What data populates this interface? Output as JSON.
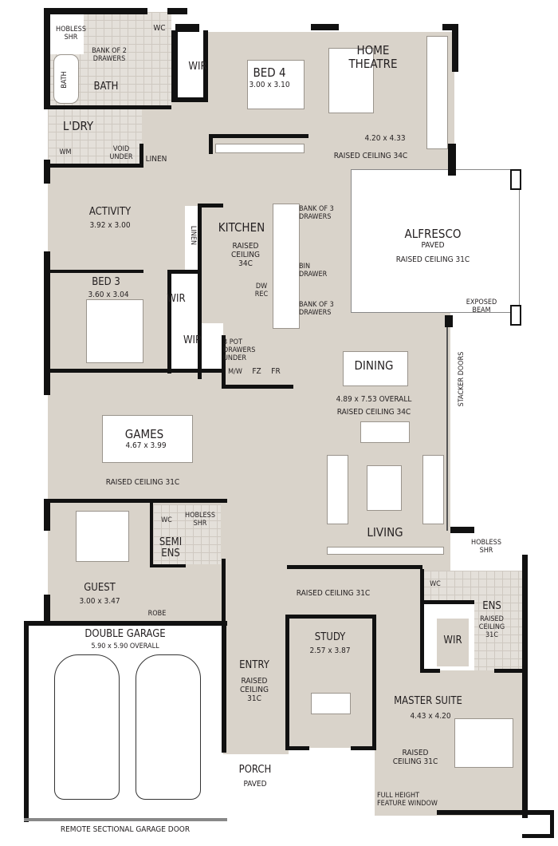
{
  "rooms": {
    "hobless_shr_top": "HOBLESS SHR",
    "bank_of_2_drawers": "BANK OF 2 DRAWERS",
    "wc_top": "WC",
    "bath_tub": "BATH",
    "bath": "BATH",
    "wir_top": "WIR",
    "bed4": {
      "name": "BED 4",
      "size": "3.00 x 3.10"
    },
    "home_theatre": {
      "name": "HOME THEATRE",
      "size": "4.20 x 4.33",
      "ceiling": "RAISED CEILING 34C"
    },
    "laundry": "L'DRY",
    "wm": "WM",
    "void_under": "VOID UNDER",
    "linen_top": "LINEN",
    "activity": {
      "name": "ACTIVITY",
      "size": "3.92 x 3.00"
    },
    "linen_mid": "LINEN",
    "kitchen": {
      "name": "KITCHEN",
      "ceiling": "RAISED CEILING 34C"
    },
    "bank_of_3_drawers_a": "BANK OF 3 DRAWERS",
    "bin_drawer": "BIN DRAWER",
    "dw_rec": "DW REC",
    "bank_of_3_drawers_b": "BANK OF 3 DRAWERS",
    "alfresco": {
      "name": "ALFRESCO",
      "sub": "PAVED",
      "ceiling": "RAISED CEILING 31C"
    },
    "exposed_beam": "EXPOSED BEAM",
    "bed3": {
      "name": "BED 3",
      "size": "3.60 x 3.04"
    },
    "wir_bed3": "WIR",
    "wip": "WIP",
    "pot_drawers": "3 POT DRAWERS UNDER",
    "mw": "M/W",
    "fz": "FZ",
    "fr": "FR",
    "dining": {
      "name": "DINING",
      "size": "4.89 x 7.53 OVERALL",
      "ceiling": "RAISED CEILING 34C"
    },
    "stacker_doors": "STACKER DOORS",
    "games": {
      "name": "GAMES",
      "size": "4.67 x 3.99",
      "ceiling": "RAISED CEILING 31C"
    },
    "living": "LIVING",
    "wc_semi": "WC",
    "hobless_shr_semi": "HOBLESS SHR",
    "semi_ens": "SEMI ENS",
    "guest": {
      "name": "GUEST",
      "size": "3.00 x 3.47"
    },
    "robe": "ROBE",
    "hall_ceiling": "RAISED CEILING 31C",
    "hobless_shr_master": "HOBLESS SHR",
    "wc_ens": "WC",
    "ens": {
      "name": "ENS",
      "ceiling": "RAISED CEILING 31C"
    },
    "wir_master": "WIR",
    "double_garage": {
      "name": "DOUBLE GARAGE",
      "size": "5.90 x 5.90 OVERALL"
    },
    "study": {
      "name": "STUDY",
      "size": "2.57 x 3.87"
    },
    "entry": {
      "name": "ENTRY",
      "ceiling": "RAISED CEILING 31C"
    },
    "master_suite": {
      "name": "MASTER SUITE",
      "size": "4.43 x 4.20",
      "ceiling": "RAISED CEILING 31C"
    },
    "feature_window": "FULL HEIGHT FEATURE WINDOW",
    "porch": {
      "name": "PORCH",
      "sub": "PAVED"
    },
    "garage_door": "REMOTE SECTIONAL GARAGE DOOR"
  },
  "colors": {
    "floor": "#d9d3ca",
    "wall": "#111111",
    "wet_area_tile": "#e4e0da"
  }
}
